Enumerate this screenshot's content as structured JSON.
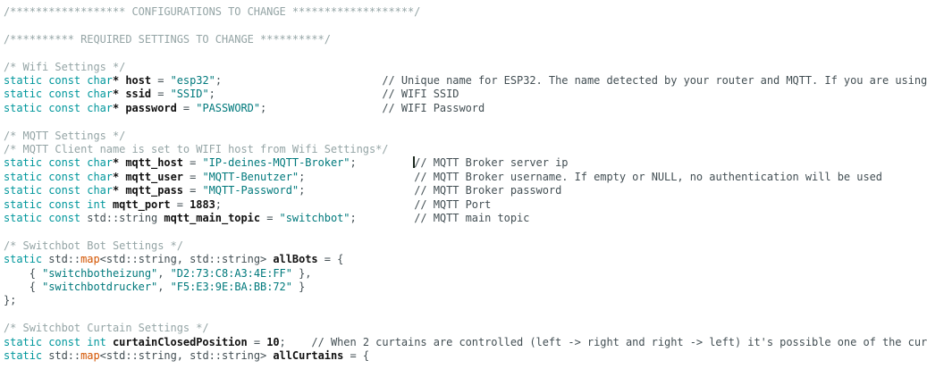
{
  "palette": {
    "background": "#ffffff",
    "keyword": "#00979C",
    "function": "#D35400",
    "string": "#00797C",
    "comment_block": "#95A5A6",
    "comment_line": "#434F54",
    "default_text": "#434F54",
    "identifier": "#111111",
    "cursor": "#1d2a20"
  },
  "editor": {
    "language": "cpp",
    "lines": [
      {
        "segments": [
          {
            "style": "cb",
            "text": "/****************** CONFIGURATIONS TO CHANGE *******************/"
          }
        ]
      },
      {
        "segments": []
      },
      {
        "segments": [
          {
            "style": "cb",
            "text": "/********** REQUIRED SETTINGS TO CHANGE **********/"
          }
        ]
      },
      {
        "segments": []
      },
      {
        "segments": [
          {
            "style": "cb",
            "text": "/* Wifi Settings */"
          }
        ]
      },
      {
        "segments": [
          {
            "style": "kw",
            "text": "static const char"
          },
          {
            "style": "id",
            "text": "*"
          },
          {
            "style": "op",
            "text": " "
          },
          {
            "style": "id",
            "text": "host"
          },
          {
            "style": "op",
            "text": " = "
          },
          {
            "style": "str",
            "text": "\"esp32\""
          },
          {
            "style": "op",
            "text": ";                         "
          },
          {
            "style": "cl",
            "text": "// Unique name for ESP32. The name detected by your router and MQTT. If you are using"
          }
        ]
      },
      {
        "segments": [
          {
            "style": "kw",
            "text": "static const char"
          },
          {
            "style": "id",
            "text": "*"
          },
          {
            "style": "op",
            "text": " "
          },
          {
            "style": "id",
            "text": "ssid"
          },
          {
            "style": "op",
            "text": " = "
          },
          {
            "style": "str",
            "text": "\"SSID\""
          },
          {
            "style": "op",
            "text": ";                          "
          },
          {
            "style": "cl",
            "text": "// WIFI SSID"
          }
        ]
      },
      {
        "segments": [
          {
            "style": "kw",
            "text": "static const char"
          },
          {
            "style": "id",
            "text": "*"
          },
          {
            "style": "op",
            "text": " "
          },
          {
            "style": "id",
            "text": "password"
          },
          {
            "style": "op",
            "text": " = "
          },
          {
            "style": "str",
            "text": "\"PASSWORD\""
          },
          {
            "style": "op",
            "text": ";                  "
          },
          {
            "style": "cl",
            "text": "// WIFI Password"
          }
        ]
      },
      {
        "segments": []
      },
      {
        "segments": [
          {
            "style": "cb",
            "text": "/* MQTT Settings */"
          }
        ]
      },
      {
        "segments": [
          {
            "style": "cb",
            "text": "/* MQTT Client name is set to WIFI host from Wifi Settings*/"
          }
        ]
      },
      {
        "segments": [
          {
            "style": "kw",
            "text": "static const char"
          },
          {
            "style": "id",
            "text": "*"
          },
          {
            "style": "op",
            "text": " "
          },
          {
            "style": "id",
            "text": "mqtt_host"
          },
          {
            "style": "op",
            "text": " = "
          },
          {
            "style": "str",
            "text": "\"IP-deines-MQTT-Broker\""
          },
          {
            "style": "op",
            "text": ";         "
          },
          {
            "style": "cursor",
            "text": ""
          },
          {
            "style": "cl",
            "text": "// MQTT Broker server ip"
          }
        ]
      },
      {
        "segments": [
          {
            "style": "kw",
            "text": "static const char"
          },
          {
            "style": "id",
            "text": "*"
          },
          {
            "style": "op",
            "text": " "
          },
          {
            "style": "id",
            "text": "mqtt_user"
          },
          {
            "style": "op",
            "text": " = "
          },
          {
            "style": "str",
            "text": "\"MQTT-Benutzer\""
          },
          {
            "style": "op",
            "text": ";                 "
          },
          {
            "style": "cl",
            "text": "// MQTT Broker username. If empty or NULL, no authentication will be used"
          }
        ]
      },
      {
        "segments": [
          {
            "style": "kw",
            "text": "static const char"
          },
          {
            "style": "id",
            "text": "*"
          },
          {
            "style": "op",
            "text": " "
          },
          {
            "style": "id",
            "text": "mqtt_pass"
          },
          {
            "style": "op",
            "text": " = "
          },
          {
            "style": "str",
            "text": "\"MQTT-Password\""
          },
          {
            "style": "op",
            "text": ";                 "
          },
          {
            "style": "cl",
            "text": "// MQTT Broker password"
          }
        ]
      },
      {
        "segments": [
          {
            "style": "kw",
            "text": "static const int"
          },
          {
            "style": "op",
            "text": " "
          },
          {
            "style": "id",
            "text": "mqtt_port"
          },
          {
            "style": "op",
            "text": " = "
          },
          {
            "style": "num",
            "text": "1883"
          },
          {
            "style": "op",
            "text": ";                              "
          },
          {
            "style": "cl",
            "text": "// MQTT Port"
          }
        ]
      },
      {
        "segments": [
          {
            "style": "kw",
            "text": "static const"
          },
          {
            "style": "op",
            "text": " std::string "
          },
          {
            "style": "id",
            "text": "mqtt_main_topic"
          },
          {
            "style": "op",
            "text": " = "
          },
          {
            "style": "str",
            "text": "\"switchbot\""
          },
          {
            "style": "op",
            "text": ";         "
          },
          {
            "style": "cl",
            "text": "// MQTT main topic"
          }
        ]
      },
      {
        "segments": []
      },
      {
        "segments": [
          {
            "style": "cb",
            "text": "/* Switchbot Bot Settings */"
          }
        ]
      },
      {
        "segments": [
          {
            "style": "kw",
            "text": "static"
          },
          {
            "style": "op",
            "text": " std::"
          },
          {
            "style": "fn",
            "text": "map"
          },
          {
            "style": "op",
            "text": "<std::string, std::string> "
          },
          {
            "style": "id",
            "text": "allBots"
          },
          {
            "style": "op",
            "text": " = {"
          }
        ]
      },
      {
        "segments": [
          {
            "style": "op",
            "text": "    { "
          },
          {
            "style": "str",
            "text": "\"switchbotheizung\""
          },
          {
            "style": "op",
            "text": ", "
          },
          {
            "style": "str",
            "text": "\"D2:73:C8:A3:4E:FF\""
          },
          {
            "style": "op",
            "text": " },"
          }
        ]
      },
      {
        "segments": [
          {
            "style": "op",
            "text": "    { "
          },
          {
            "style": "str",
            "text": "\"switchbotdrucker\""
          },
          {
            "style": "op",
            "text": ", "
          },
          {
            "style": "str",
            "text": "\"F5:E3:9E:BA:BB:72\""
          },
          {
            "style": "op",
            "text": " }"
          }
        ]
      },
      {
        "segments": [
          {
            "style": "op",
            "text": "};"
          }
        ]
      },
      {
        "segments": []
      },
      {
        "segments": [
          {
            "style": "cb",
            "text": "/* Switchbot Curtain Settings */"
          }
        ]
      },
      {
        "segments": [
          {
            "style": "kw",
            "text": "static const int"
          },
          {
            "style": "op",
            "text": " "
          },
          {
            "style": "id",
            "text": "curtainClosedPosition"
          },
          {
            "style": "op",
            "text": " = "
          },
          {
            "style": "num",
            "text": "10"
          },
          {
            "style": "op",
            "text": ";    "
          },
          {
            "style": "cl",
            "text": "// When 2 curtains are controlled (left -> right and right -> left) it's possible one of the cur"
          }
        ]
      },
      {
        "segments": [
          {
            "style": "kw",
            "text": "static"
          },
          {
            "style": "op",
            "text": " std::"
          },
          {
            "style": "fn",
            "text": "map"
          },
          {
            "style": "op",
            "text": "<std::string, std::string> "
          },
          {
            "style": "id",
            "text": "allCurtains"
          },
          {
            "style": "op",
            "text": " = {"
          }
        ]
      }
    ]
  }
}
